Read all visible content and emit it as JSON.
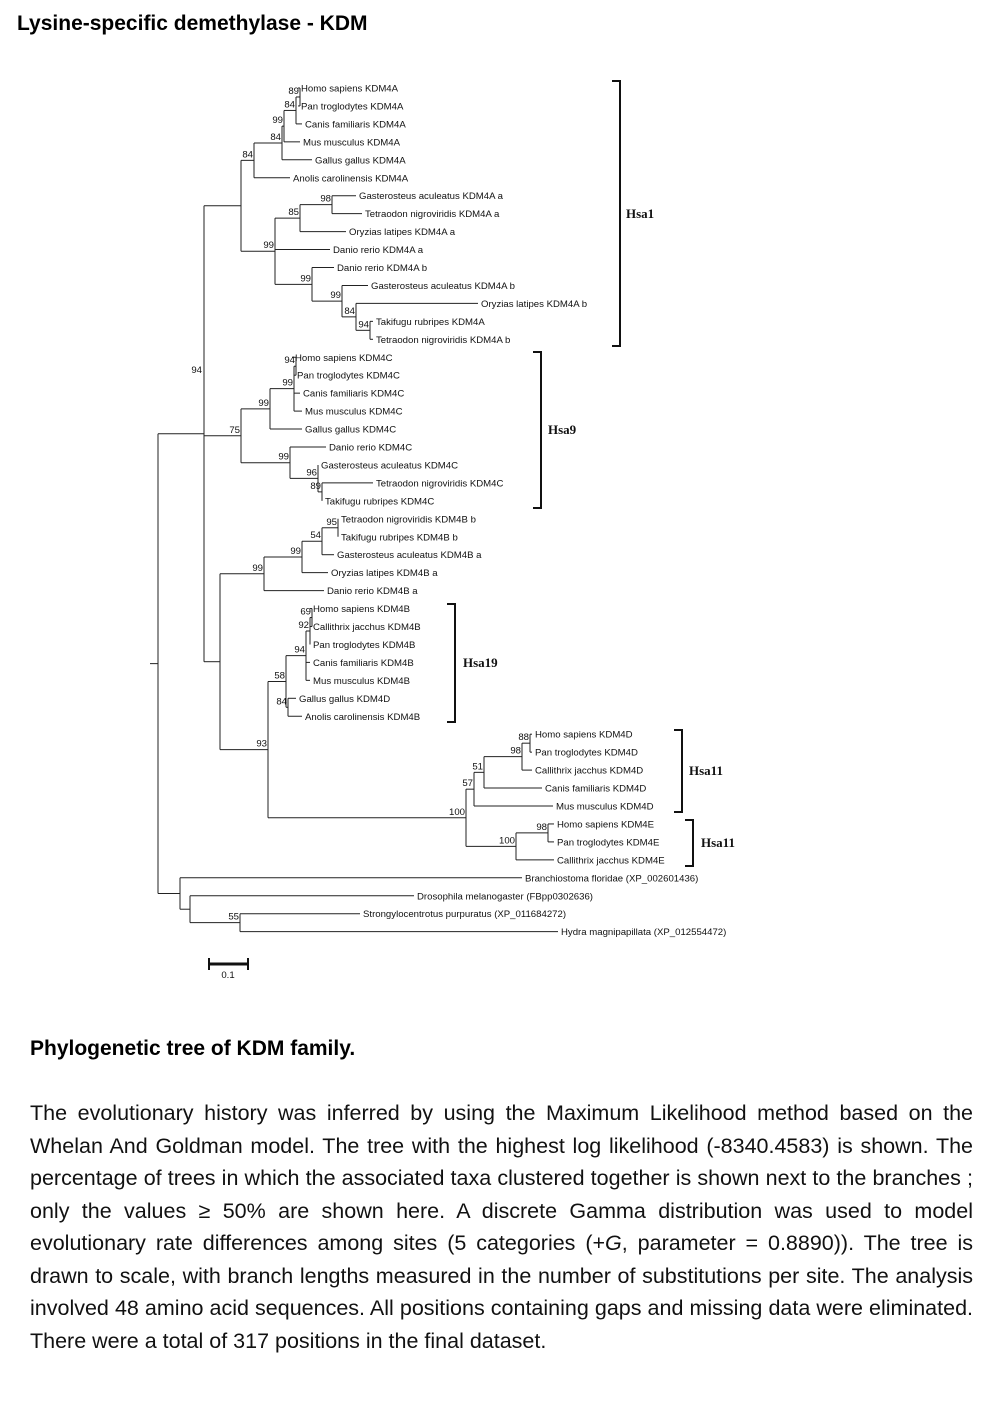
{
  "title": "Lysine-specific demethylase - KDM",
  "caption": {
    "heading": "Phylogenetic tree of KDM family.",
    "body_before_italic": "The evolutionary history was inferred by using the Maximum Likelihood method based on the Whelan And Goldman model. The tree with the highest log likelihood (-8340.4583) is shown. The percentage of trees in which the associated taxa clustered together is shown next to the branches ; only the values ≥ 50% are shown here. A discrete Gamma distribution was used to model evolutionary rate differences among sites (5 categories (+",
    "body_italic": "G",
    "body_after_italic": ", parameter = 0.8890)). The tree is drawn to scale, with branch lengths measured in the number of substitutions per site. The analysis involved 48 amino acid sequences. All positions containing gaps and missing data were eliminated. There were a total of 317 positions in the final dataset."
  },
  "tree": {
    "taxa": [
      "Homo sapiens KDM4A",
      "Pan troglodytes KDM4A",
      "Canis familiaris KDM4A",
      "Mus musculus KDM4A",
      "Gallus gallus KDM4A",
      "Anolis carolinensis KDM4A",
      "Gasterosteus aculeatus KDM4A a",
      "Tetraodon nigroviridis KDM4A a",
      "Oryzias latipes KDM4A a",
      "Danio rerio KDM4A a",
      "Danio rerio KDM4A b",
      "Gasterosteus aculeatus KDM4A b",
      "Oryzias latipes KDM4A b",
      "Takifugu rubripes KDM4A",
      "Tetraodon nigroviridis KDM4A b",
      "Homo sapiens KDM4C",
      "Pan troglodytes KDM4C",
      "Canis familiaris KDM4C",
      "Mus musculus KDM4C",
      "Gallus gallus KDM4C",
      "Danio rerio KDM4C",
      "Gasterosteus aculeatus KDM4C",
      "Tetraodon nigroviridis KDM4C",
      "Takifugu rubripes KDM4C",
      "Tetraodon nigroviridis KDM4B b",
      "Takifugu rubripes KDM4B b",
      "Gasterosteus aculeatus KDM4B a",
      "Oryzias latipes KDM4B a",
      "Danio rerio KDM4B a",
      "Homo sapiens KDM4B",
      "Callithrix jacchus KDM4B",
      "Pan troglodytes KDM4B",
      "Canis familiaris KDM4B",
      "Mus musculus KDM4B",
      "Gallus gallus KDM4D",
      "Anolis carolinensis KDM4B",
      "Homo sapiens KDM4D",
      "Pan troglodytes KDM4D",
      "Callithrix jacchus KDM4D",
      "Canis familiaris KDM4D",
      "Mus musculus KDM4D",
      "Homo sapiens KDM4E",
      "Pan troglodytes KDM4E",
      "Callithrix jacchus KDM4E",
      "Branchiostoma floridae (XP_002601436)",
      "Drosophila melanogaster (FBpp0302636)",
      "Strongylocentrotus purpuratus (XP_011684272)",
      "Hydra magnipapillata (XP_012554472)"
    ],
    "bootstrap": [
      "89",
      "84",
      "99",
      "84",
      "84",
      "99",
      "98",
      "85",
      "99",
      "99",
      "84",
      "94",
      "94",
      "99",
      "99",
      "75",
      "99",
      "96",
      "89",
      "95",
      "54",
      "99",
      "99",
      "69",
      "92",
      "94",
      "93",
      "58",
      "84",
      "88",
      "98",
      "51",
      "57",
      "100",
      "98",
      "100",
      "55"
    ],
    "groups": [
      "Hsa1",
      "Hsa9",
      "Hsa19",
      "Hsa11",
      "Hsa11"
    ],
    "scale_label": "0.1"
  }
}
